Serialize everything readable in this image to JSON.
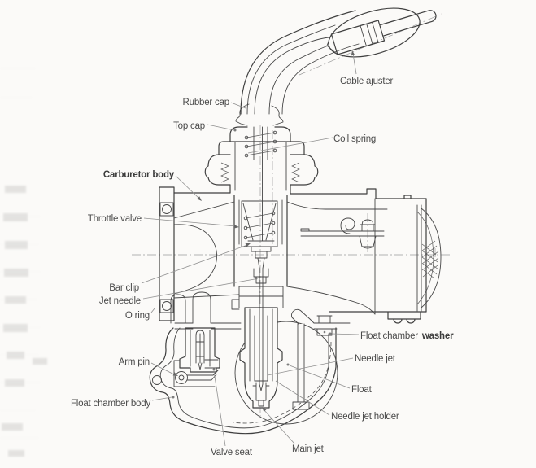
{
  "page": {
    "paper_color": "#fbfaf8",
    "ink_color": "#3f3f3f",
    "label_color": "#4a4a4a",
    "leader_color": "#8f8f8f"
  },
  "diagram": {
    "labels": {
      "cable_ajuster": "Cable ajuster",
      "rubber_cap": "Rubber cap",
      "top_cap": "Top cap",
      "coil_spring": "Coil spring",
      "carburetor_body": "Carburetor body",
      "throttle_valve": "Throttle valve",
      "bar_clip": "Bar clip",
      "jet_needle": "Jet needle",
      "o_ring": "O ring",
      "float_chamber_washer_part1": "Float chamber",
      "float_chamber_washer_part2": "washer",
      "arm_pin": "Arm pin",
      "needle_jet": "Needle jet",
      "float": "Float",
      "float_chamber_body": "Float chamber body",
      "needle_jet_holder": "Needle jet holder",
      "valve_seat": "Valve seat",
      "main_jet": "Main jet"
    }
  }
}
